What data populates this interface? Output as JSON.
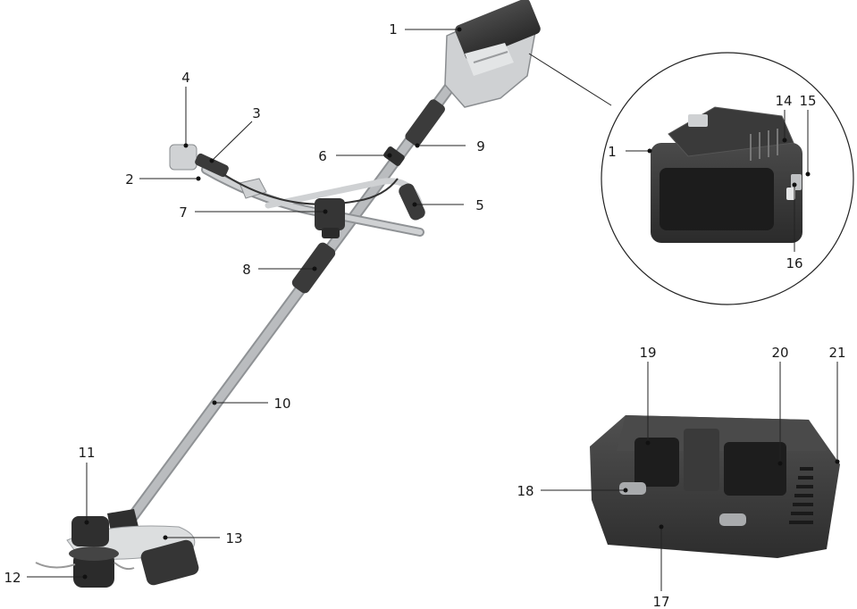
{
  "labels": {
    "l1": "1",
    "l2": "2",
    "l3": "3",
    "l4": "4",
    "l5": "5",
    "l6": "6",
    "l7": "7",
    "l8": "8",
    "l9": "9",
    "l10": "10",
    "l11": "11",
    "l12": "12",
    "l13": "13",
    "l14": "14",
    "l15": "15",
    "l16": "16",
    "l17": "17",
    "l18": "18",
    "l19": "19",
    "l20": "20",
    "l21": "21"
  },
  "colors": {
    "tube": "#b9bcbf",
    "dark": "#2f2f2f",
    "grip": "#3b3b3b",
    "light_body": "#d2d4d6",
    "battery": "#3a3a3a"
  }
}
